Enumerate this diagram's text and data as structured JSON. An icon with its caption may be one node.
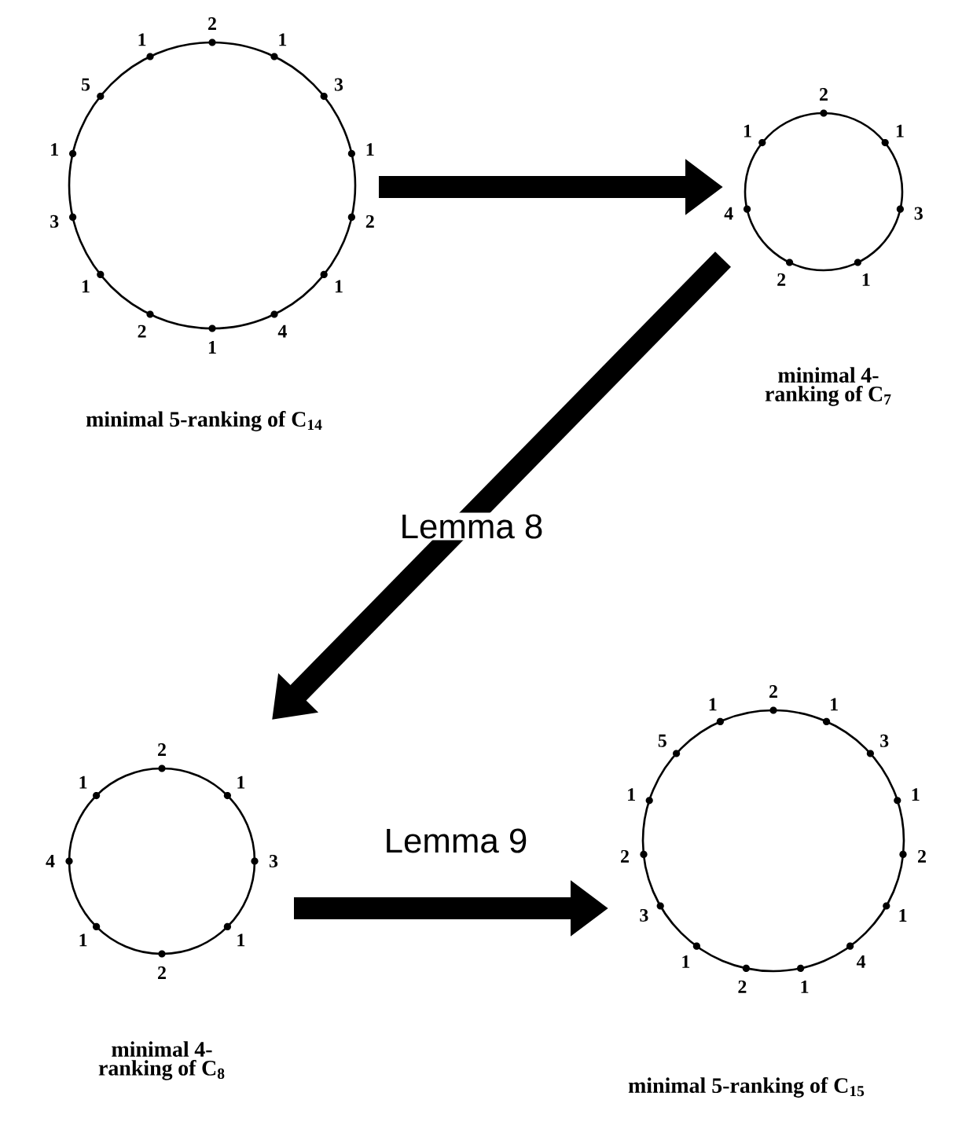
{
  "diagram": {
    "nodes": [
      {
        "text": [
          "2",
          "1",
          "3",
          "1",
          "2",
          "1",
          "4",
          "1",
          "2",
          "1",
          "3",
          "1",
          "5",
          "1"
        ],
        "beside": [
          "minimal 5-ranking of C$_{14}$"
        ]
      },
      {
        "text": [
          "2",
          "1",
          "3",
          "1",
          "2",
          "4",
          "1"
        ],
        "beside": [
          "minimal 4-ranking of C$_{7}$"
        ]
      },
      {
        "text": [
          "2",
          "1",
          "3",
          "1",
          "2",
          "1",
          "4",
          "1"
        ],
        "beside": [
          "minimal 4-ranking of C$_{8}$"
        ]
      },
      {
        "text": [
          "2",
          "1",
          "3",
          "1",
          "2",
          "1",
          "4",
          "1",
          "2",
          "1",
          "3",
          "2",
          "1",
          "5",
          "1"
        ],
        "beside": [
          "minimal 5-ranking of C$_{15}$"
        ]
      }
    ],
    "edges": [
      {
        "from": 0,
        "to": 1,
        "arrow": "to"
      },
      {
        "from": 1,
        "to": 2,
        "arrow": "to",
        "label": "Lemma 8"
      },
      {
        "from": 2,
        "to": 3,
        "arrow": "to",
        "label": "Lemma 9"
      }
    ]
  }
}
